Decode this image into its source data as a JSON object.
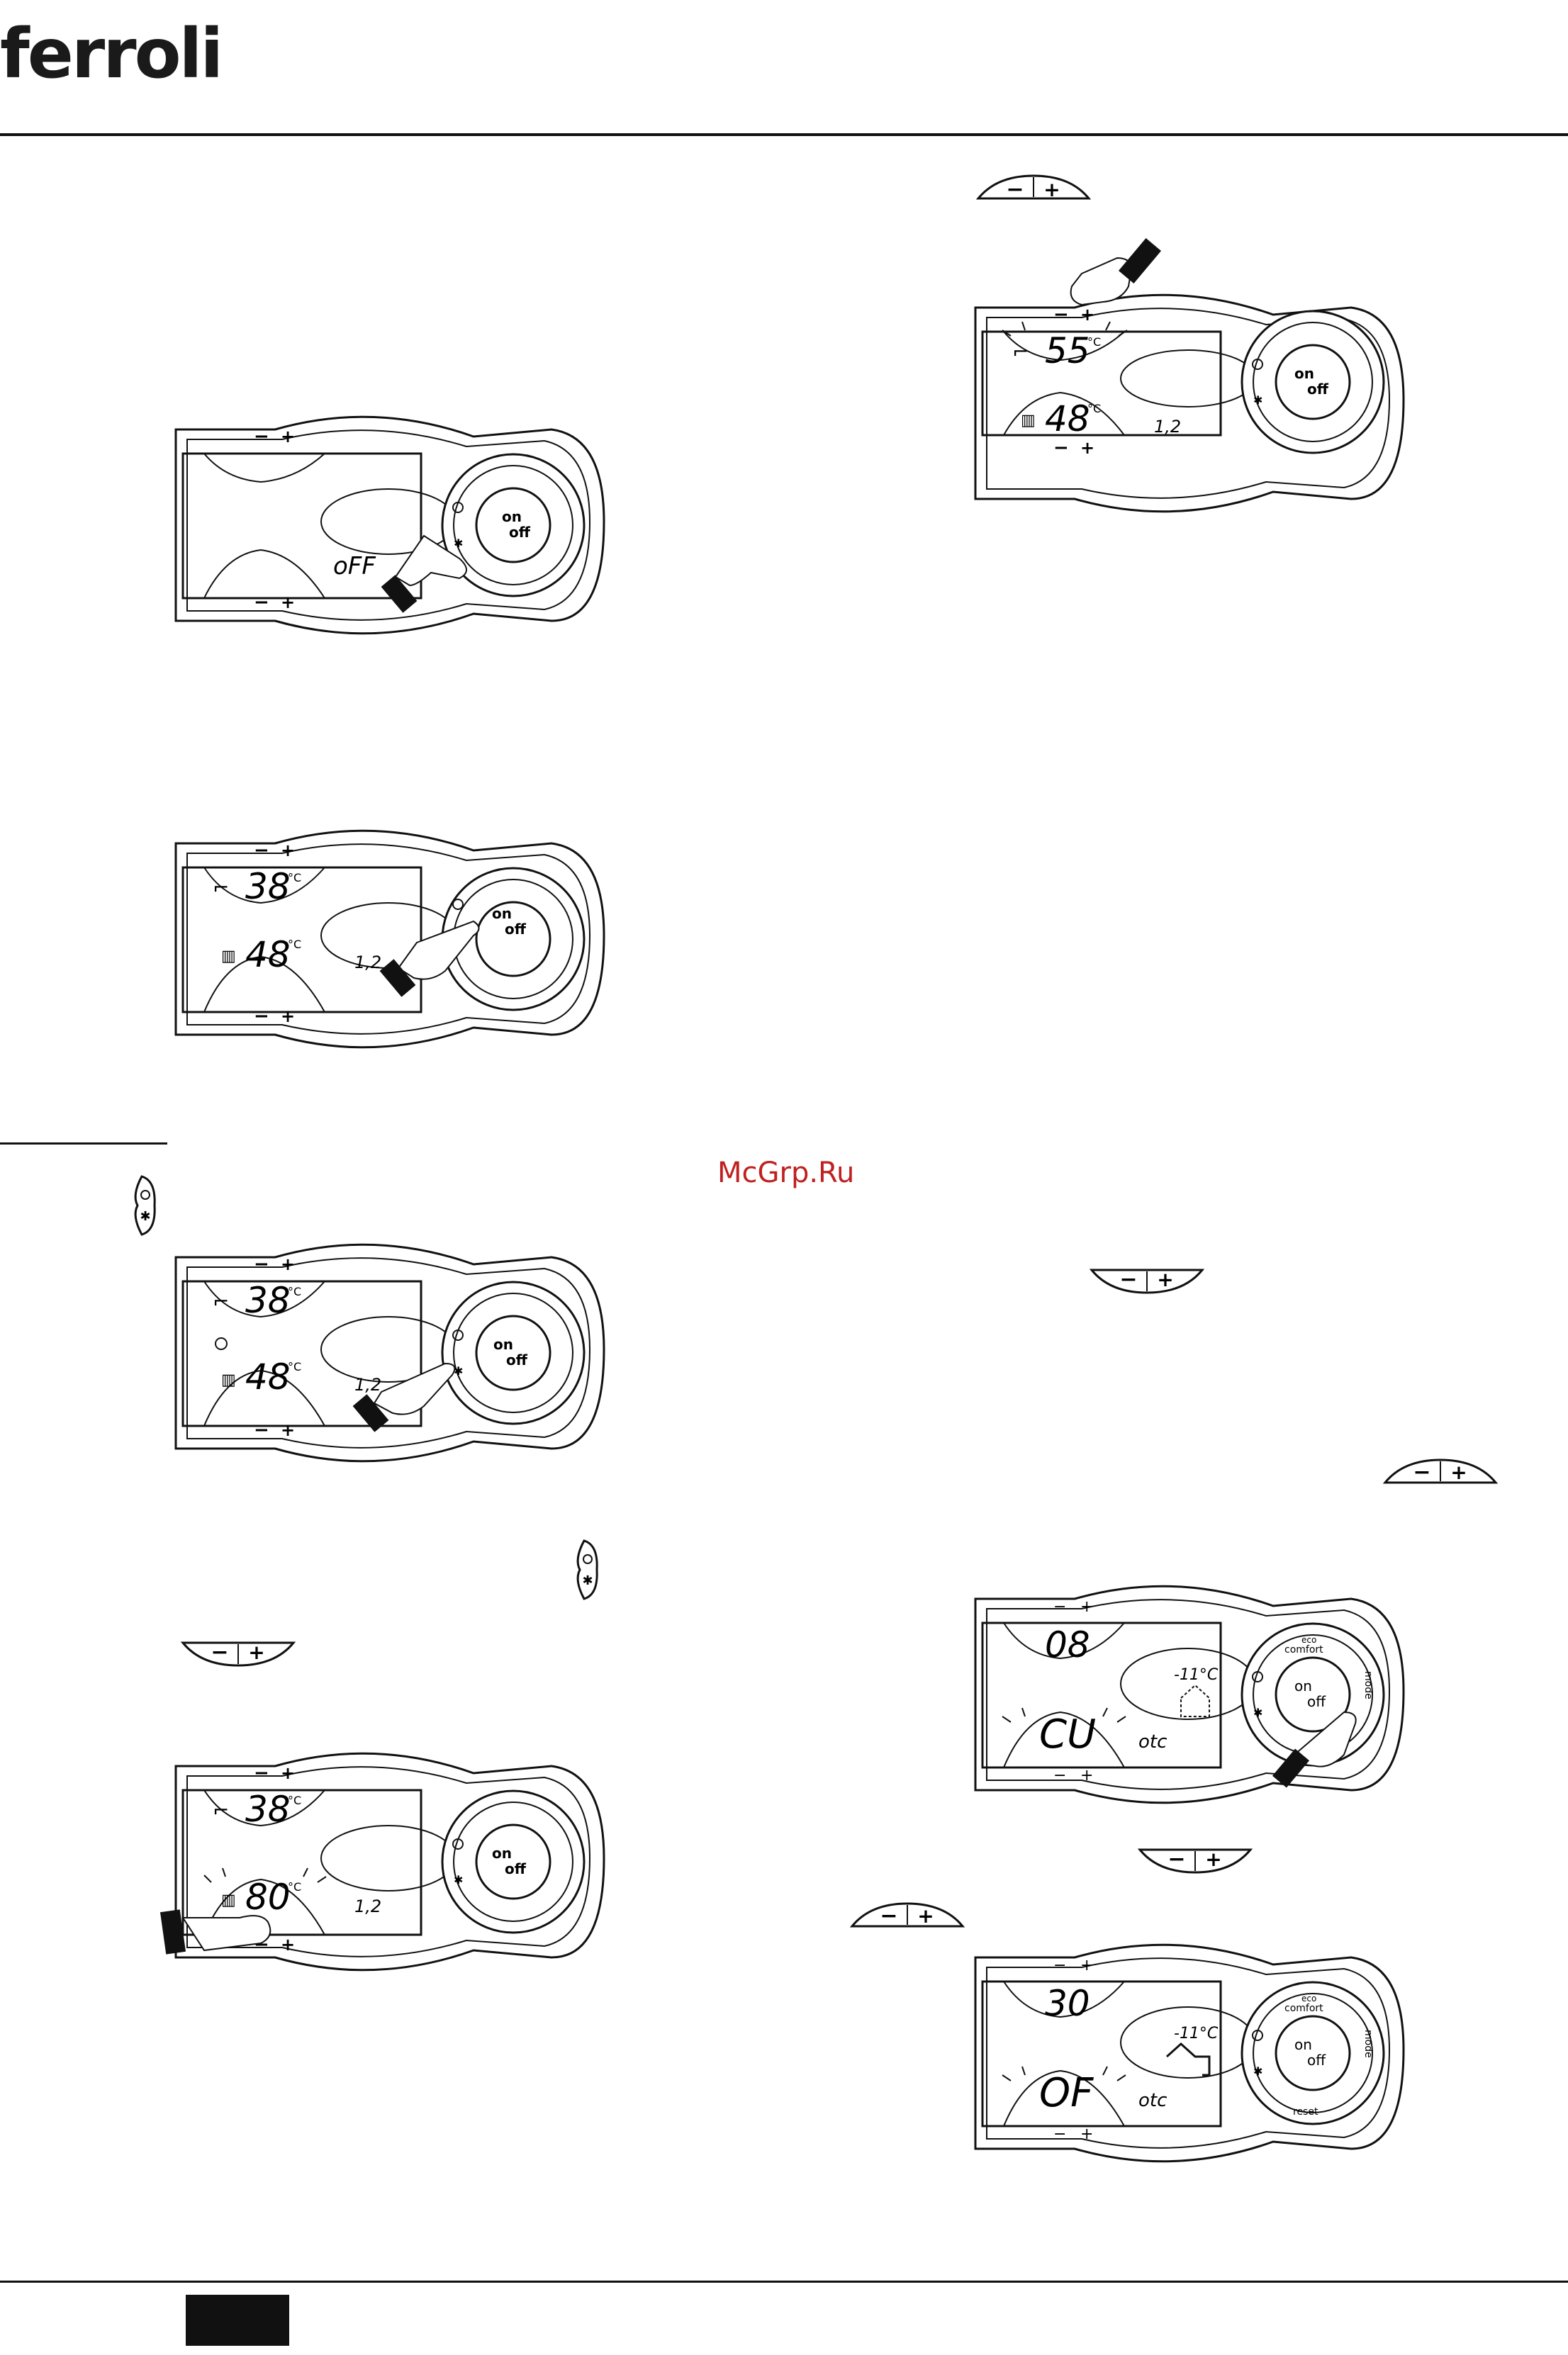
{
  "header": {
    "brand": "ferroli"
  },
  "watermark": "McGrp.Ru",
  "controls": {
    "minus": "−",
    "plus": "+",
    "on": "on",
    "off": "off",
    "eco": "eco",
    "comfort": "comfort",
    "reset": "reset",
    "mode": "mode"
  },
  "panels": [
    {
      "id": "off",
      "main": "oFF"
    },
    {
      "id": "on1",
      "dhw": "38",
      "heat": "48",
      "unit": "°C",
      "pressure": "1,2"
    },
    {
      "id": "summer",
      "dhw": "38",
      "heat": "48",
      "unit": "°C",
      "pressure": "1,2"
    },
    {
      "id": "heat-adjust",
      "dhw": "38",
      "heat": "80",
      "unit": "°C",
      "pressure": "1,2"
    },
    {
      "id": "dhw-adjust",
      "dhw": "55",
      "heat": "48",
      "unit": "°C",
      "pressure": "1,2"
    },
    {
      "id": "otc1",
      "top": "08",
      "bottom": "CU",
      "outside": "-11°C",
      "tag": "otc"
    },
    {
      "id": "otc2",
      "top": "30",
      "bottom": "OF",
      "outside": "-11°C",
      "tag": "otc"
    }
  ]
}
